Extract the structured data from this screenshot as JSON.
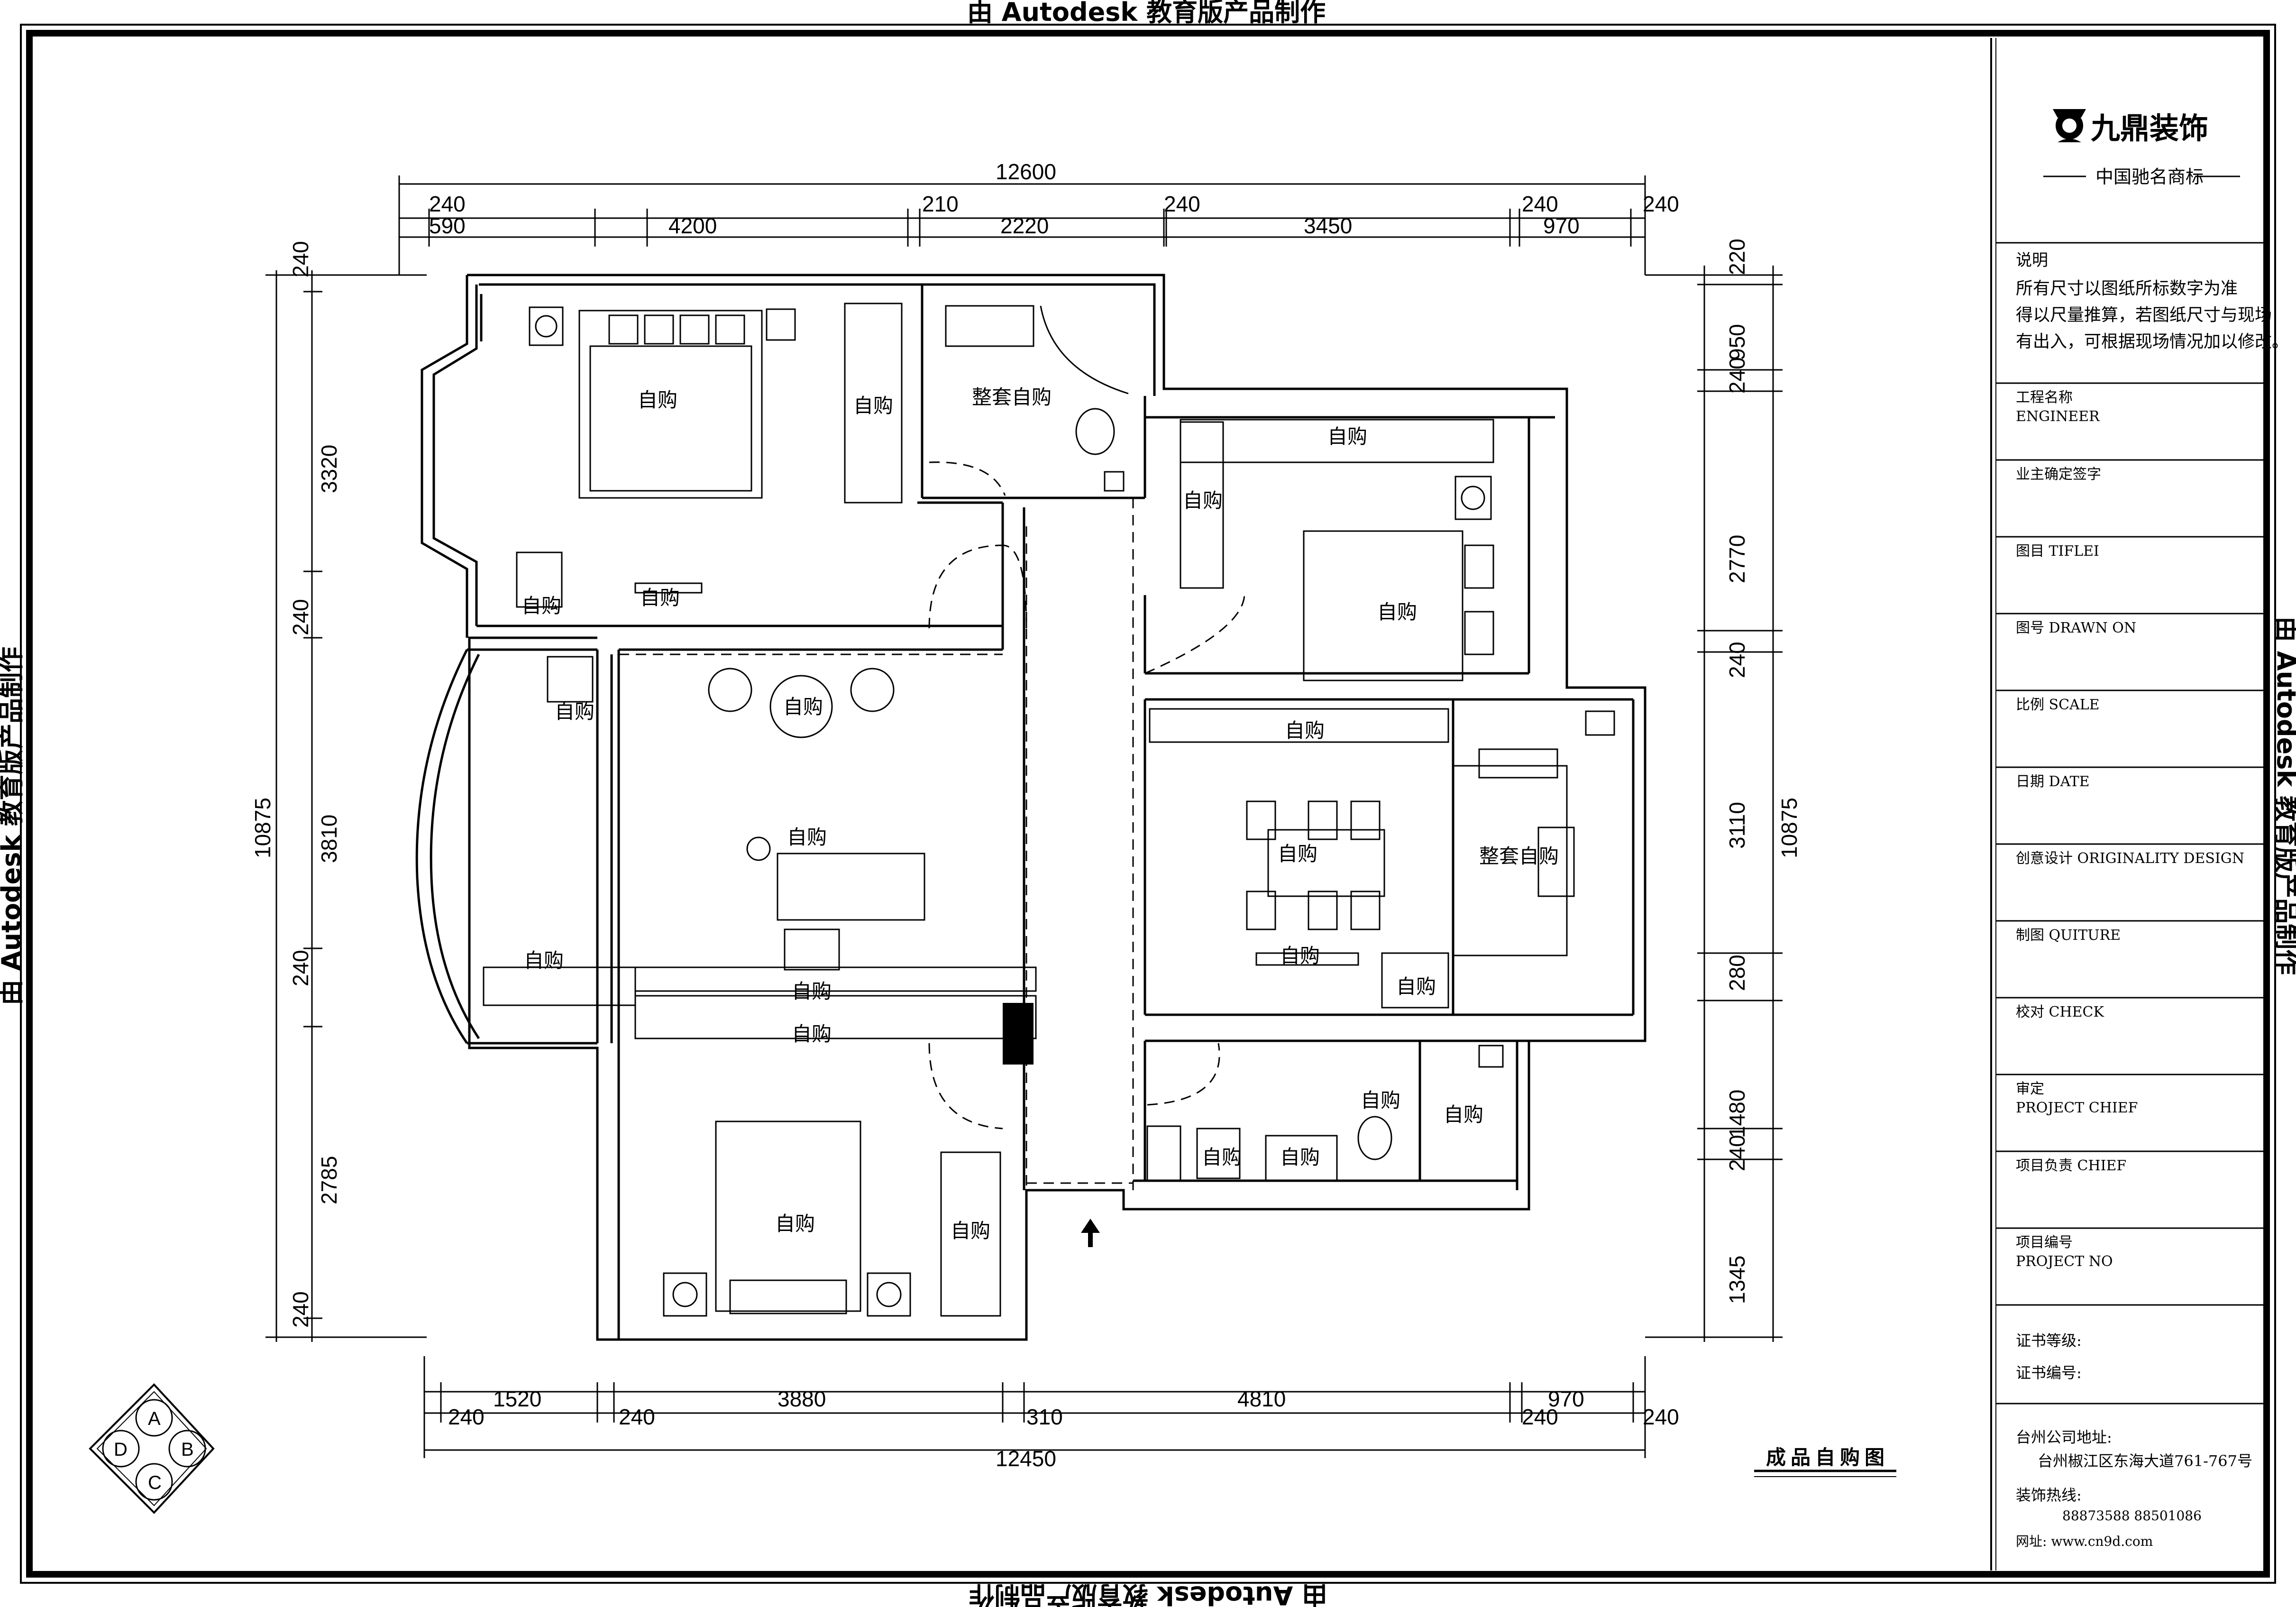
{
  "watermark": "由 Autodesk 教育版产品制作",
  "drawing_title": "成品自购图",
  "company": {
    "logo_text": "九鼎装饰",
    "subtitle": "中国驰名商标"
  },
  "notes": {
    "heading": "说明",
    "lines": [
      "所有尺寸以图纸所标数字为准",
      "得以尺量推算，若图纸尺寸与现场",
      "有出入，可根据现场情况加以修改。"
    ]
  },
  "title_block": [
    [
      "工程名称",
      "ENGINEER"
    ],
    [
      "业主确定签字"
    ],
    [
      "图目 TIFLEI"
    ],
    [
      "图号 DRAWN ON"
    ],
    [
      "比例 SCALE"
    ],
    [
      "日期 DATE"
    ],
    [
      "创意设计 ORIGINALITY DESIGN"
    ],
    [
      "制图 QUITURE"
    ],
    [
      "校对 CHECK"
    ],
    [
      "审定",
      "PROJECT CHIEF"
    ],
    [
      "项目负责 CHIEF"
    ],
    [
      "项目编号",
      "PROJECT NO"
    ]
  ],
  "cert": {
    "grade": "证书等级:",
    "number": "证书编号:"
  },
  "contact": {
    "address_label": "台州公司地址:",
    "address": "台州椒江区东海大道761-767号",
    "hotline_label": "装饰热线:",
    "hotline": "88873588  88501086",
    "website": "网址: www.cn9d.com"
  },
  "dims": {
    "top_total": "12600",
    "top_row1": [
      "240",
      "210",
      "240",
      "240",
      "240"
    ],
    "top_row2": [
      "590",
      "4200",
      "2220",
      "3450",
      "970"
    ],
    "bottom_total": "12450",
    "bottom_row1": [
      "1520",
      "3880",
      "4810",
      "970"
    ],
    "bottom_row2": [
      "240",
      "240",
      "310",
      "240",
      "240"
    ],
    "left_total": "10875",
    "left": [
      "240",
      "3320",
      "240",
      "3810",
      "240",
      "2785",
      "240"
    ],
    "right_total": "10875",
    "right": [
      "220",
      "950",
      "240",
      "2770",
      "240",
      "3110",
      "280",
      "1480",
      "240",
      "1345"
    ]
  },
  "rooms": {
    "zhengtao": "整套自购",
    "zigou": "自购"
  },
  "compass": [
    "A",
    "B",
    "C",
    "D"
  ]
}
